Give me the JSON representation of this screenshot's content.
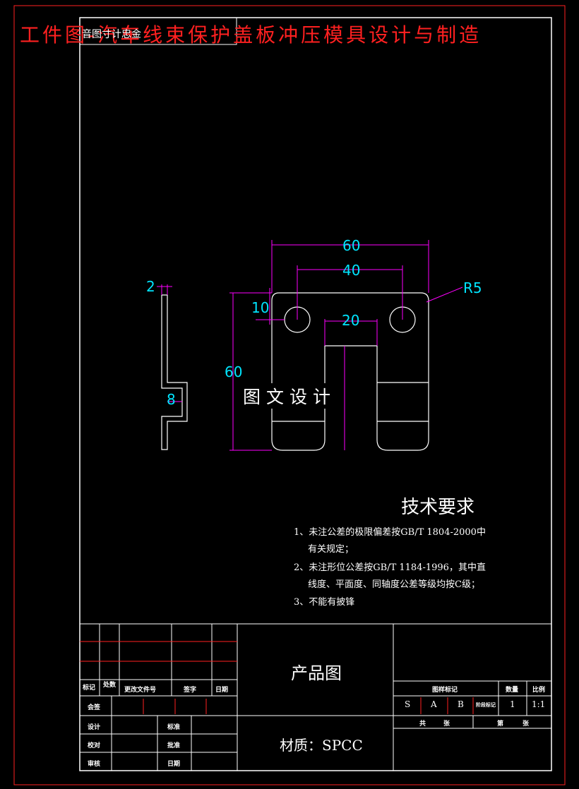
{
  "banner": {
    "text": "工件图-汽车线束保护盖板冲压模具设计与制造",
    "color": "#ff2020"
  },
  "corner_label": "音图寸计忠金",
  "dimensions": {
    "thickness": "2",
    "bend": "8",
    "width_total": "60",
    "hole_pitch": "40",
    "slot_width": "20",
    "hole_offset": "10",
    "height_total": "60",
    "corner_radius": "R5",
    "text_color": "#00e5ff",
    "line_color": "#ff00ff"
  },
  "watermark": "图文设计",
  "tech": {
    "title": "技术要求",
    "notes": [
      "1、未注公差的极限偏差按GB/T 1804-2000中",
      "有关规定；",
      "2、未注形位公差按GB/T 1184-1996，其中直",
      "线度、平面度、同轴度公差等级均按C级；",
      "3、不能有披锋"
    ]
  },
  "title_block": {
    "drawing_title": "产品图",
    "material": "材质：SPCC",
    "rev_headers": [
      "标记",
      "处数",
      "更改文件号",
      "签字",
      "日期"
    ],
    "countersign": "会签",
    "roles_left": [
      "设计",
      "校对",
      "审核"
    ],
    "roles_right": [
      "标准",
      "批准",
      "日期"
    ],
    "stage_label": "图样标记",
    "qty_label": "数量",
    "scale_label": "比例",
    "stages": [
      "S",
      "A",
      "B"
    ],
    "stage_extra": "阶段标记",
    "qty": "1",
    "scale": "1:1",
    "total_label": "共",
    "sheet_unit": "张",
    "page_label": "第"
  }
}
